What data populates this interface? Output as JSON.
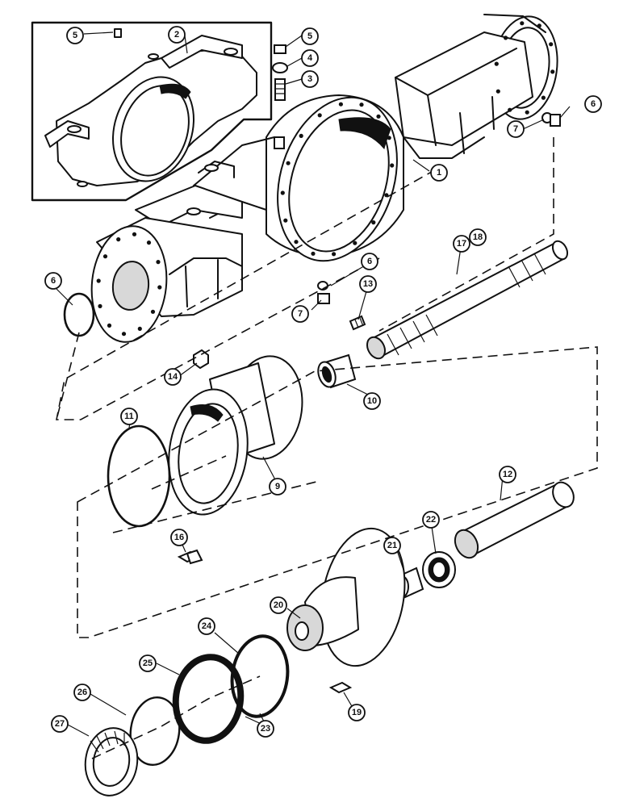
{
  "callouts": [
    {
      "id": "callout-1",
      "label": "1"
    },
    {
      "id": "callout-2",
      "label": "2"
    },
    {
      "id": "callout-3",
      "label": "3"
    },
    {
      "id": "callout-4",
      "label": "4"
    },
    {
      "id": "callout-5-inset",
      "label": "5"
    },
    {
      "id": "callout-5",
      "label": "5"
    },
    {
      "id": "callout-6-top",
      "label": "6"
    },
    {
      "id": "callout-6-left",
      "label": "6"
    },
    {
      "id": "callout-6-mid",
      "label": "6"
    },
    {
      "id": "callout-7-top",
      "label": "7"
    },
    {
      "id": "callout-7-mid",
      "label": "7"
    },
    {
      "id": "callout-9",
      "label": "9"
    },
    {
      "id": "callout-10",
      "label": "10"
    },
    {
      "id": "callout-11",
      "label": "11"
    },
    {
      "id": "callout-12",
      "label": "12"
    },
    {
      "id": "callout-13",
      "label": "13"
    },
    {
      "id": "callout-14",
      "label": "14"
    },
    {
      "id": "callout-16",
      "label": "16"
    },
    {
      "id": "callout-17",
      "label": "17"
    },
    {
      "id": "callout-18",
      "label": "18"
    },
    {
      "id": "callout-19",
      "label": "19"
    },
    {
      "id": "callout-20",
      "label": "20"
    },
    {
      "id": "callout-21",
      "label": "21"
    },
    {
      "id": "callout-22",
      "label": "22"
    },
    {
      "id": "callout-23",
      "label": "23"
    },
    {
      "id": "callout-24",
      "label": "24"
    },
    {
      "id": "callout-25",
      "label": "25"
    },
    {
      "id": "callout-26",
      "label": "26"
    },
    {
      "id": "callout-27",
      "label": "27"
    }
  ]
}
